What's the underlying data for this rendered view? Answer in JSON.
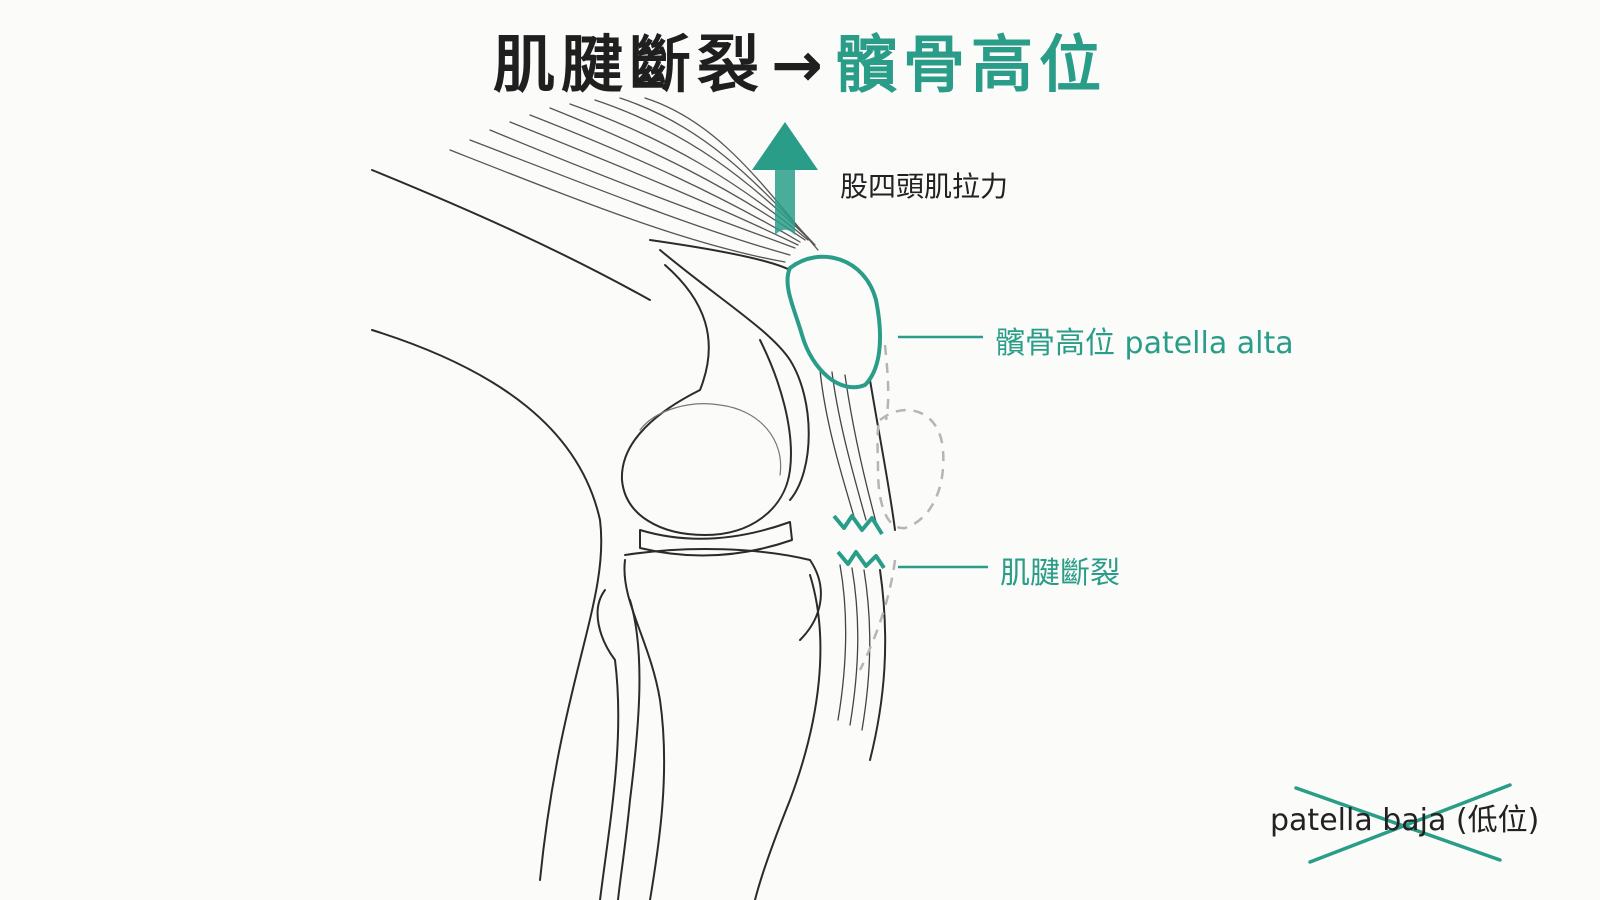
{
  "title": {
    "part1": "肌腱斷裂",
    "arrow": "→",
    "part2": "髕骨高位"
  },
  "labels": {
    "quad_force": "股四頭肌拉力",
    "patella_alta": "髕骨高位 patella alta",
    "tendon_rupture": "肌腱斷裂",
    "patella_baja_crossed": "patella baja (低位)"
  },
  "colors": {
    "accent": "#2a9d88",
    "ink": "#222222",
    "ghost_outline": "#b5b5b5"
  },
  "icons": {
    "pull_arrow": "arrow-up-icon",
    "cross_mark": "x-cross-icon"
  }
}
